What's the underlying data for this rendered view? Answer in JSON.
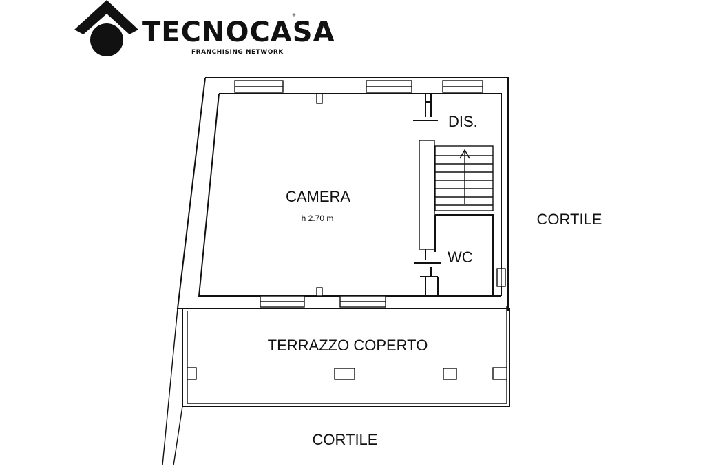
{
  "logo": {
    "brand": "TECNOCASA",
    "registered_mark": "®",
    "tagline": "FRANCHISING NETWORK",
    "icon": "house-with-circle-icon"
  },
  "floorplan": {
    "rooms": {
      "camera": {
        "label": "CAMERA",
        "height_note": "h 2.70 m"
      },
      "dis": {
        "label": "DIS."
      },
      "wc": {
        "label": "WC"
      },
      "terrace": {
        "label": "TERRAZZO COPERTO"
      }
    },
    "outside": {
      "cortile_right": "CORTILE",
      "cortile_bottom": "CORTILE"
    },
    "staircase": {
      "direction": "up",
      "icon": "stair-arrow-up-icon"
    }
  }
}
